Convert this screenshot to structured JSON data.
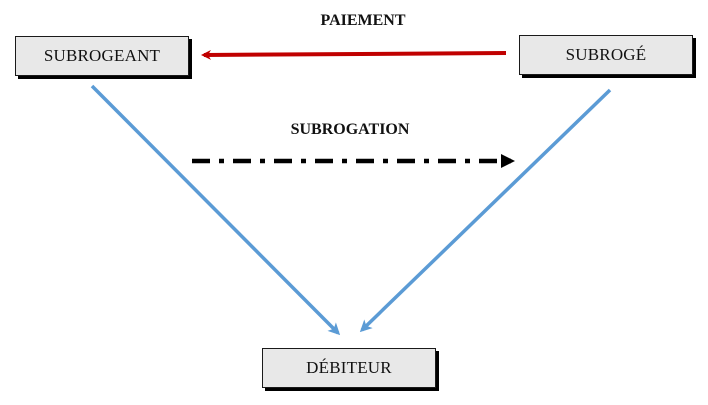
{
  "nodes": {
    "subrogeant": "SUBROGEANT",
    "subroge": "SUBROGÉ",
    "debiteur": "DÉBITEUR"
  },
  "edges": {
    "paiement": {
      "label": "PAIEMENT",
      "from": "subroge",
      "to": "subrogeant",
      "color": "#c00000",
      "style": "solid"
    },
    "subrogation": {
      "label": "SUBROGATION",
      "from": "subrogeant",
      "to": "subroge",
      "color": "#000000",
      "style": "dash-dot"
    },
    "subrogeant_to_debiteur": {
      "from": "subrogeant",
      "to": "debiteur",
      "color": "#5b9bd5",
      "style": "solid"
    },
    "subroge_to_debiteur": {
      "from": "subroge",
      "to": "debiteur",
      "color": "#5b9bd5",
      "style": "solid"
    }
  },
  "colors": {
    "box_fill": "#e8e8e8",
    "box_border": "#1a1a1a",
    "box_shadow": "#000000",
    "red_arrow": "#c00000",
    "blue_arrow": "#5b9bd5",
    "black_arrow": "#000000"
  }
}
